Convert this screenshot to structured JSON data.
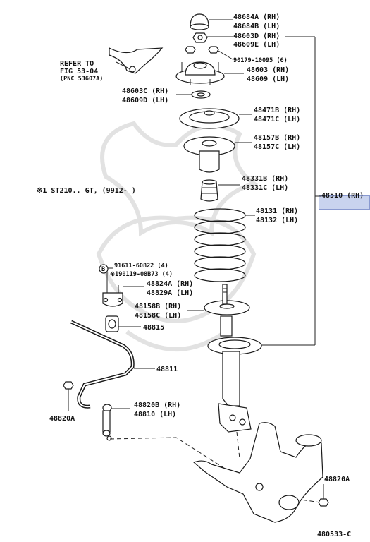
{
  "diagram_id": "480533-C",
  "note_ref": "※1 ST210.. GT, (9912-      )",
  "refer": {
    "line1": "REFER TO",
    "line2": "FIG 53-04",
    "line3": "(PNC 53607A)"
  },
  "assembly": {
    "number": "48510 (RH)"
  },
  "labels": {
    "p48684": [
      "48684A (RH)",
      "48684B (LH)"
    ],
    "p48603d": [
      "48603D (RH)",
      "48609E (LH)"
    ],
    "p90179": [
      "90179-10095 (6)"
    ],
    "p48603": [
      "48603 (RH)",
      "48609 (LH)"
    ],
    "p48603c": [
      "48603C (RH)",
      "48609D (LH)"
    ],
    "p48471": [
      "48471B (RH)",
      "48471C (LH)"
    ],
    "p48157": [
      "48157B (RH)",
      "48157C (LH)"
    ],
    "p48331": [
      "48331B (RH)",
      "48331C (LH)"
    ],
    "p48131": [
      "48131 (RH)",
      "48132 (LH)"
    ],
    "p91611": [
      "91611-60822 (4)",
      "※190119-08B73 (4)"
    ],
    "p48824": [
      "48824A (RH)",
      "48829A (LH)"
    ],
    "p48158": [
      "48158B (RH)",
      "48158C (LH)"
    ],
    "p48815": [
      "48815"
    ],
    "p48811": [
      "48811"
    ],
    "p48820a_left": [
      "48820A"
    ],
    "p48820b": [
      "48820B (RH)",
      "48810  (LH)"
    ],
    "p48820a_right": [
      "48820A"
    ]
  },
  "bolt_marker": "B"
}
